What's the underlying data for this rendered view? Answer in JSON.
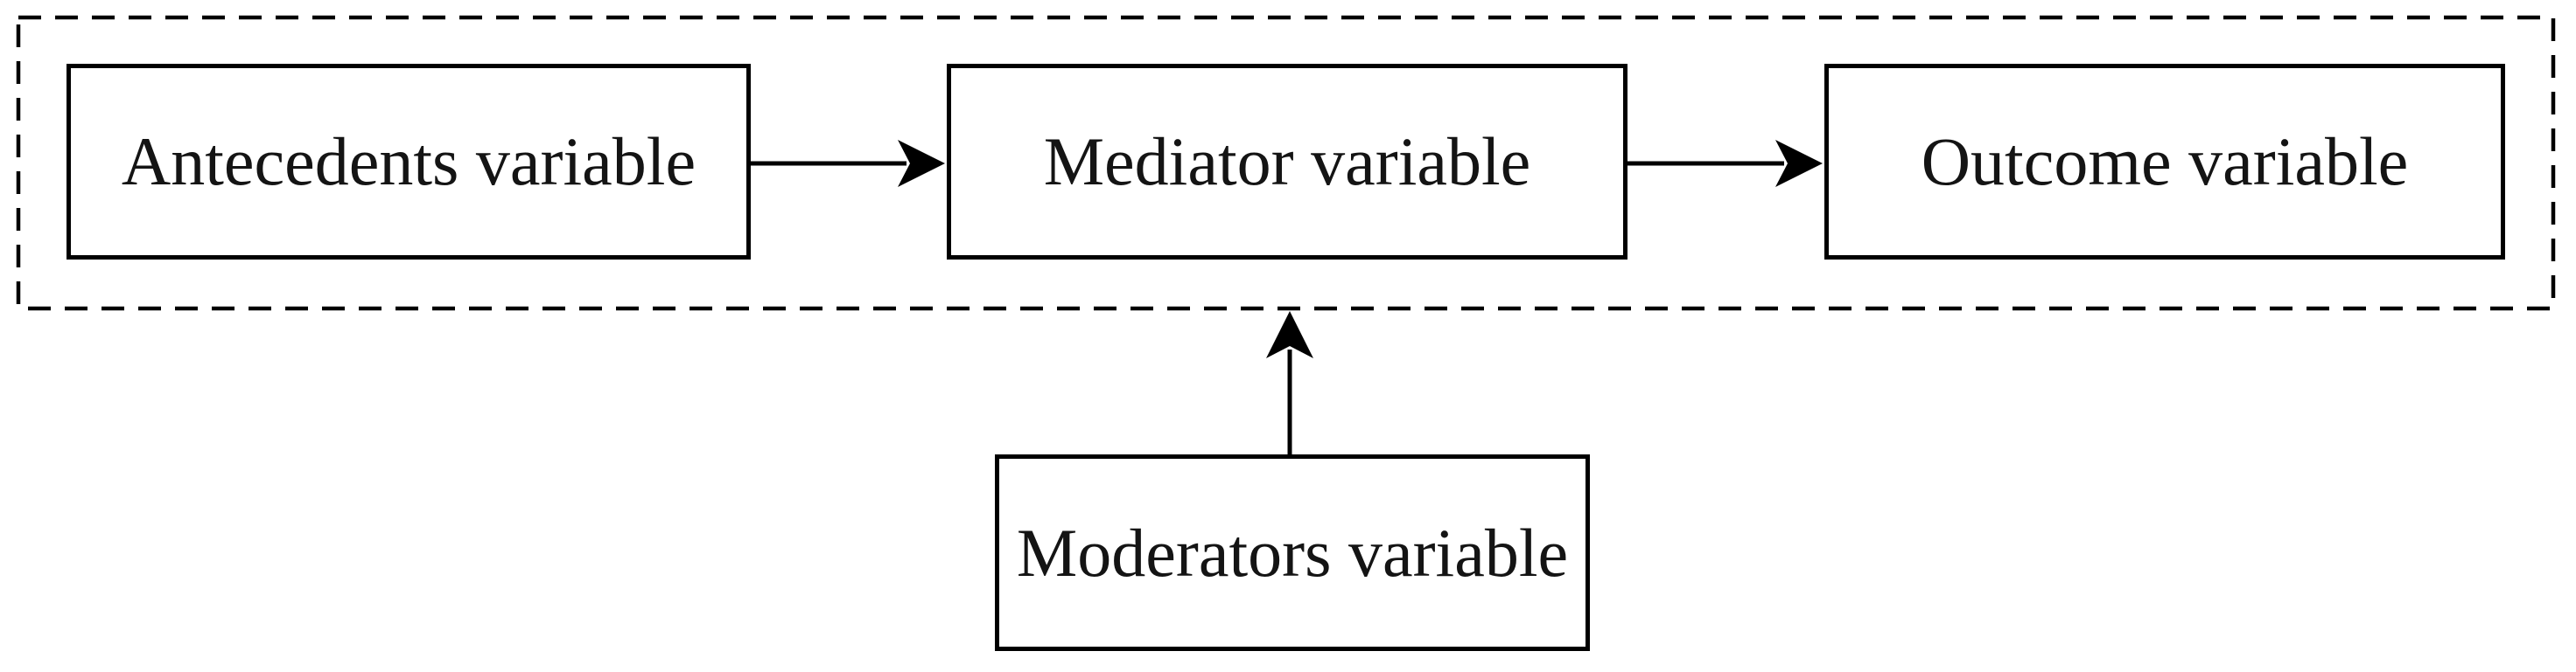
{
  "diagram": {
    "type": "flow-diagram",
    "nodes": {
      "antecedents": {
        "label": "Antecedents variable",
        "shape": "rectangle",
        "border": "solid"
      },
      "mediator": {
        "label": "Mediator variable",
        "shape": "rectangle",
        "border": "solid"
      },
      "outcome": {
        "label": "Outcome variable",
        "shape": "rectangle",
        "border": "solid"
      },
      "moderators": {
        "label": "Moderators variable",
        "shape": "rectangle",
        "border": "solid"
      }
    },
    "edges": [
      {
        "from": "antecedents",
        "to": "mediator",
        "style": "solid",
        "marker": "arrow",
        "direction": "right"
      },
      {
        "from": "mediator",
        "to": "outcome",
        "style": "solid",
        "marker": "arrow",
        "direction": "right"
      },
      {
        "from": "moderators",
        "to": "mediator",
        "style": "solid",
        "marker": "arrow",
        "direction": "up"
      }
    ],
    "boundary": {
      "style": "dashed",
      "encloses": [
        "antecedents",
        "mediator",
        "outcome"
      ]
    }
  },
  "colors": {
    "ink": "#000000",
    "paper": "#ffffff",
    "text": "#141414"
  }
}
